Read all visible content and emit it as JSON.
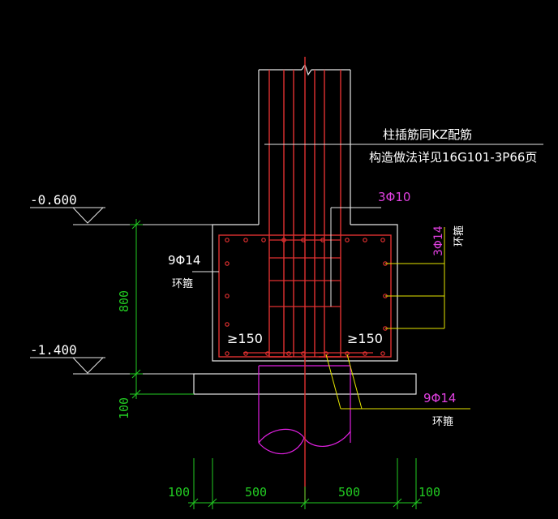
{
  "colors": {
    "background": "#000000",
    "outline": "#e6e6e6",
    "rebar": "#e03030",
    "dimension": "#22cc22",
    "leader": "#e6e600",
    "pile": "#e020e0",
    "label_white": "#ffffff",
    "label_magenta": "#e040e0"
  },
  "labels": {
    "column_note_1": "柱插筋同KZ配筋",
    "column_note_2": "构造做法详见16G101-3P66页",
    "top_bar": "3Φ10",
    "side_bar": "3Φ14",
    "side_bar_type": "环箍",
    "left_bar": "9Φ14",
    "left_bar_type": "环箍",
    "bottom_bar": "9Φ14",
    "bottom_bar_type": "环箍",
    "anchor_left": "≥150",
    "anchor_right": "≥150"
  },
  "elevations": {
    "top": "-0.600",
    "bottom": "-1.400"
  },
  "dimensions": {
    "height": "800",
    "cushion": "100",
    "bottom_left_edge": "100",
    "bottom_left_half": "500",
    "bottom_right_half": "500",
    "bottom_right_edge": "100"
  }
}
